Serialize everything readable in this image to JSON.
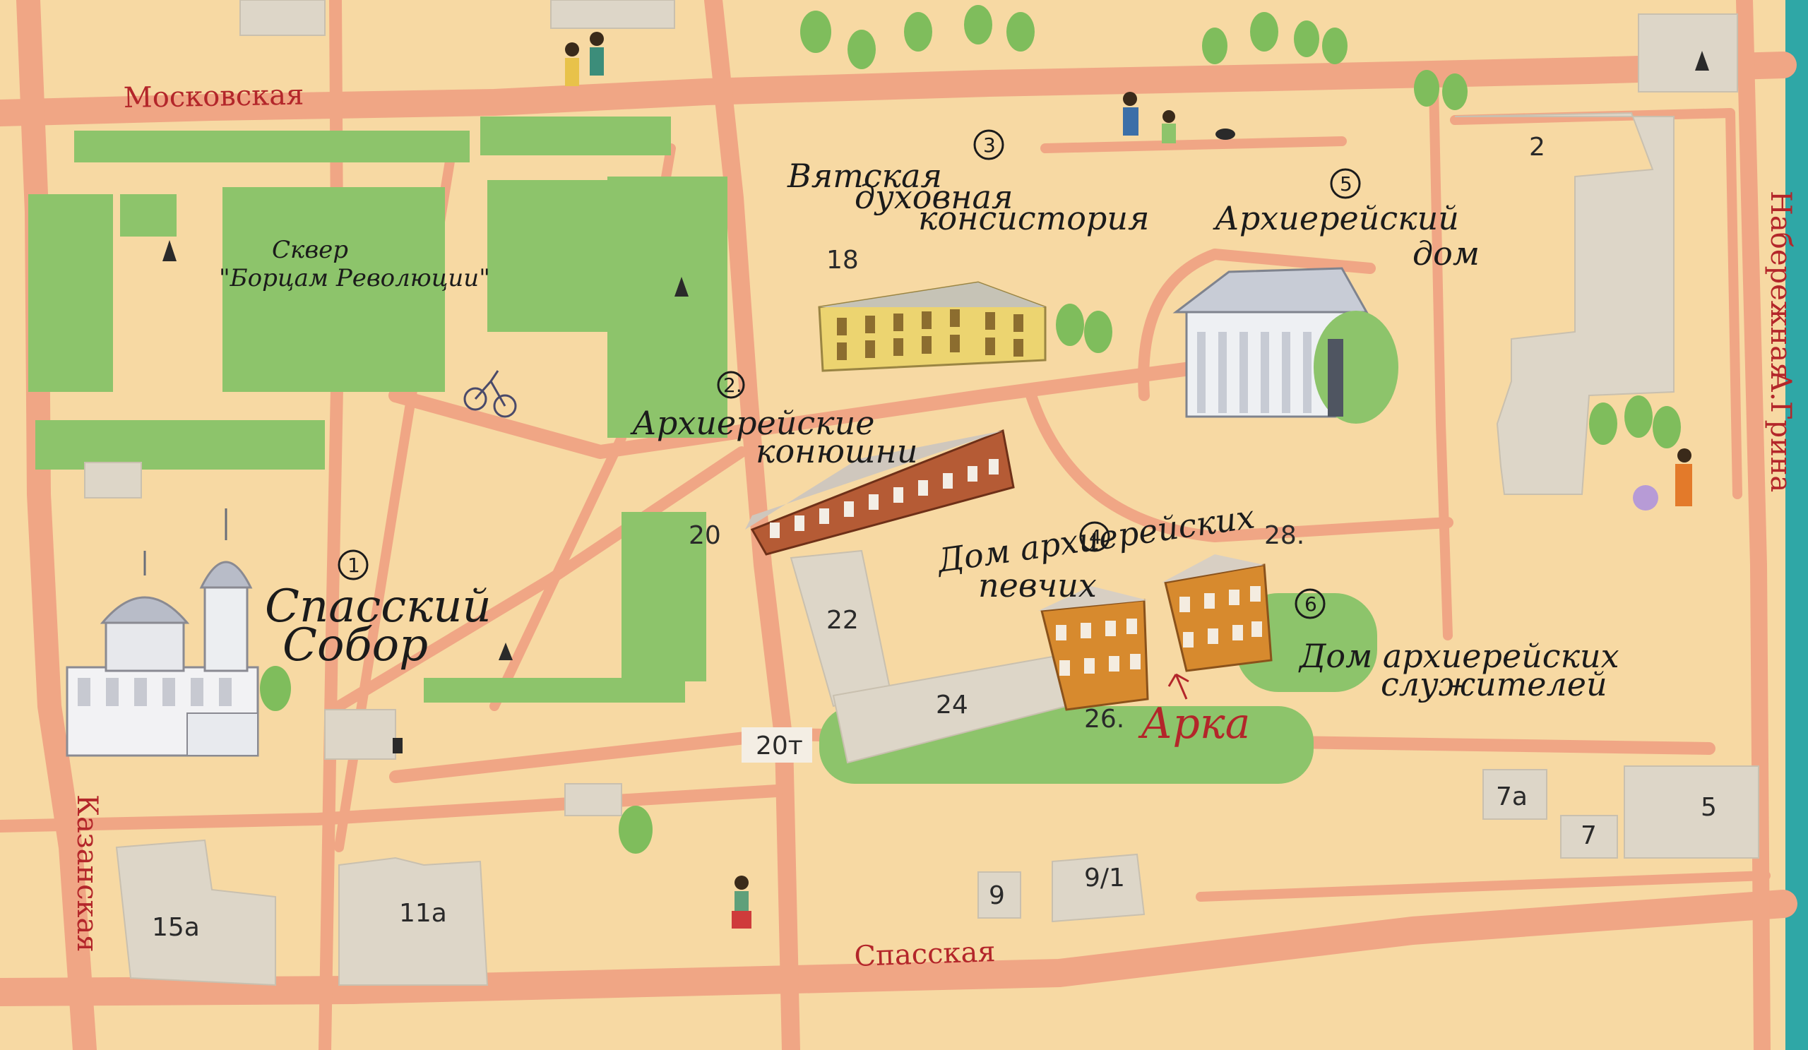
{
  "colors": {
    "background": "#f7d9a3",
    "road": "#f0a685",
    "park": "#8dc46b",
    "building": "#ddd6c8",
    "street_label": "#b3262a",
    "water": "#2fa7a6"
  },
  "streets": {
    "moskovskaya": "Московская",
    "kazanskaya": "Казанская",
    "spasskaya": "Спасская",
    "naberezhnaya": "Набережная",
    "a_grina": "А.Грина"
  },
  "park": {
    "line1": "Сквер",
    "line2": "\"Борцам Революции\""
  },
  "landmarks": [
    {
      "num": "1",
      "lines": [
        "Спасский",
        "Собор"
      ]
    },
    {
      "num": "2.",
      "lines": [
        "Архиерейские",
        "конюшни"
      ]
    },
    {
      "num": "3",
      "lines": [
        "Вятская",
        "духовная",
        "консистория"
      ]
    },
    {
      "num": "4",
      "lines": [
        "Дом архиерейских",
        "певчих"
      ]
    },
    {
      "num": "5",
      "lines": [
        "Архиерейский",
        "дом"
      ]
    },
    {
      "num": "6",
      "lines": [
        "Дом архиерейских",
        "служителей"
      ]
    }
  ],
  "arka_label": "Арка",
  "building_numbers": {
    "b18": "18",
    "b20": "20",
    "b22": "22",
    "b24": "24",
    "b26": "26.",
    "b28": "28.",
    "b20t": "20т",
    "b2": "2",
    "b7a": "7а",
    "b7": "7",
    "b5": "5",
    "b9": "9",
    "b91": "9/1",
    "b15a": "15а",
    "b11a": "11а"
  }
}
